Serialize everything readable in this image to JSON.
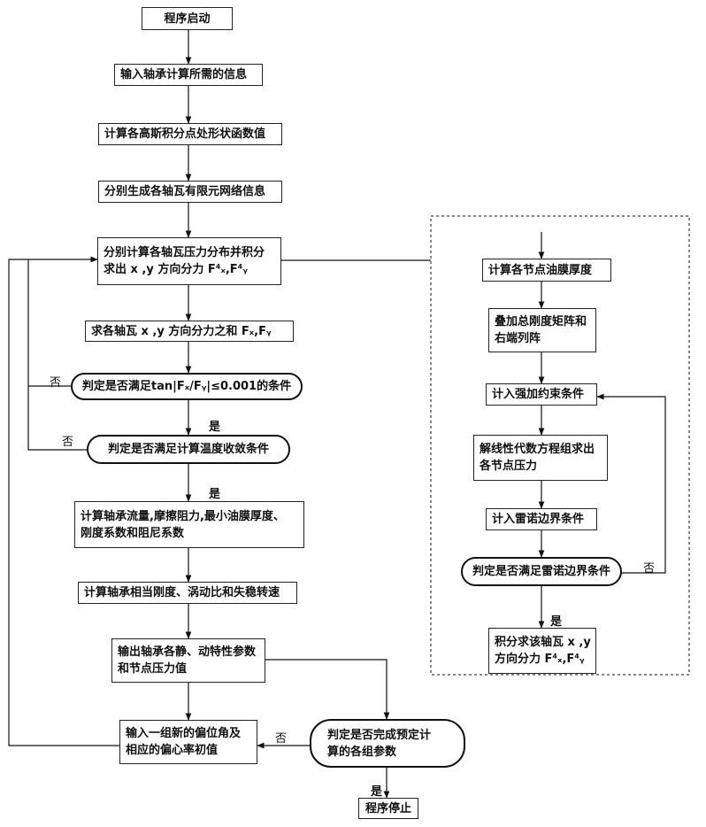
{
  "start": "程序启动",
  "input_info": "输入轴承计算所需的信息",
  "shape_func": "计算各高斯积分点处形状函数值",
  "mesh": "分别生成各轴瓦有限元网络信息",
  "pressure_dist": {
    "line1": "分别计算各轴瓦压力分布并积分",
    "line2": "求出 x ,y 方向分力 F⁴ₓ,F⁴ᵧ"
  },
  "sum_forces": "求各轴瓦 x ,y 方向分力之和 Fₓ,Fᵧ",
  "judge_tan": "判定是否满足tan|Fₓ/Fᵧ|≤0.001的条件",
  "judge_temp": "判定是否满足计算温度收敛条件",
  "flow_calc": {
    "line1": "计算轴承流量,摩擦阻力,最小油膜厚度、",
    "line2": "刚度系数和阻尼系数"
  },
  "stiffness": "计算轴承相当刚度、涡动比和失稳转速",
  "output_params": {
    "line1": "输出轴承各静、动特性参数",
    "line2": "和节点压力值"
  },
  "new_input": {
    "line1": "输入一组新的偏位角及",
    "line2": "相应的偏心率初值"
  },
  "judge_done": {
    "line1": "判定是否完成预定计",
    "line2": "算的各组参数"
  },
  "stop": "程序停止",
  "sub": {
    "film": "计算各节点油膜厚度",
    "assemble": {
      "line1": "叠加总刚度矩阵和",
      "line2": "右端列阵"
    },
    "constraint": "计入强加约束条件",
    "solve": {
      "line1": "解线性代数方程组求出",
      "line2": "各节点压力"
    },
    "reynolds": "计入雷诺边界条件",
    "judge_reynolds": "判定是否满足雷诺边界条件",
    "integrate": {
      "line1": "积分求该轴瓦 x ,y",
      "line2": "方向分力 F⁴ₓ,F⁴ᵧ"
    }
  },
  "labels": {
    "yes": "是",
    "no": "否"
  }
}
